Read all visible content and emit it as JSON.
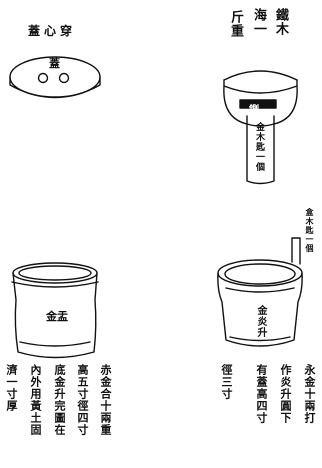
{
  "top_left_figure": {
    "header": "蓋心穿",
    "lid_label": "蓋"
  },
  "top_right_figure": {
    "header_columns": [
      "鐵木",
      "海一",
      "斤重"
    ],
    "ball_label": "鍘",
    "handle_label": "金木匙一個"
  },
  "bottom_right_figure": {
    "side_caption": "盒木匙一個",
    "vessel_label": "金炎升"
  },
  "bottom_left_figure": {
    "vessel_label": "金盂"
  },
  "bottom_captions": [
    "赤金合十兩重",
    "高五寸徑四寸",
    "底金升完圖在",
    "內外用黃土固",
    "濟一寸厚",
    "永金十兩打",
    "作炎升圓下",
    "有蓋高四寸",
    "徑三寸"
  ],
  "colors": {
    "ink": "#111111",
    "paper": "#ffffff"
  }
}
